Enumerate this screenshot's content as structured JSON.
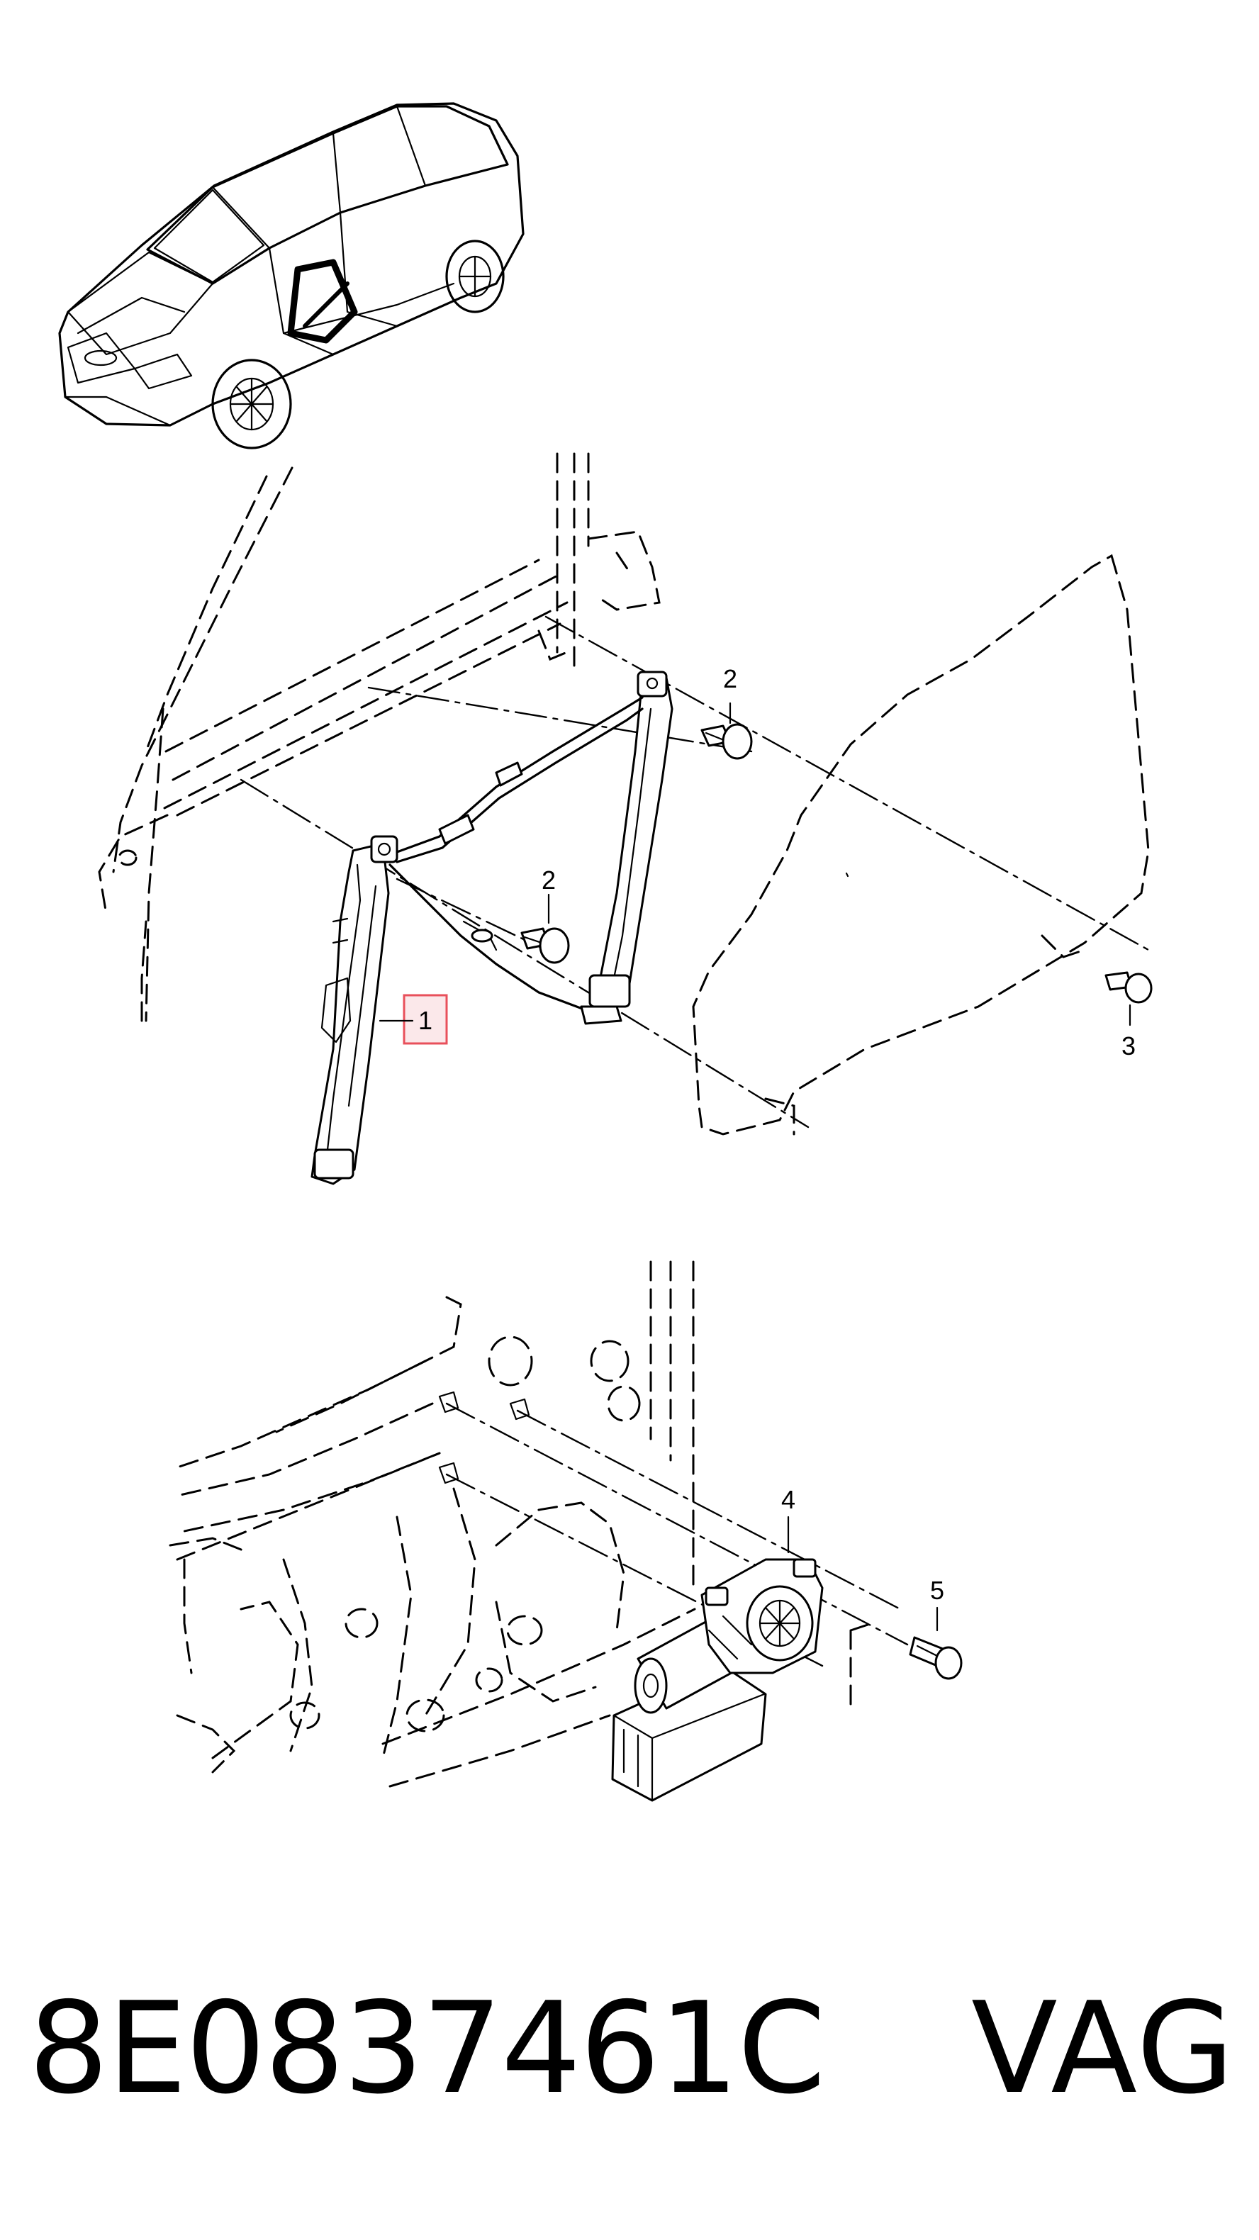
{
  "callouts": {
    "c1": "1",
    "c2a": "2",
    "c2b": "2",
    "c3": "3",
    "c4": "4",
    "c5": "5"
  },
  "highlight_color": "#e8505b",
  "footer": {
    "part_number": "8E0837461C",
    "brand": "VAG"
  }
}
